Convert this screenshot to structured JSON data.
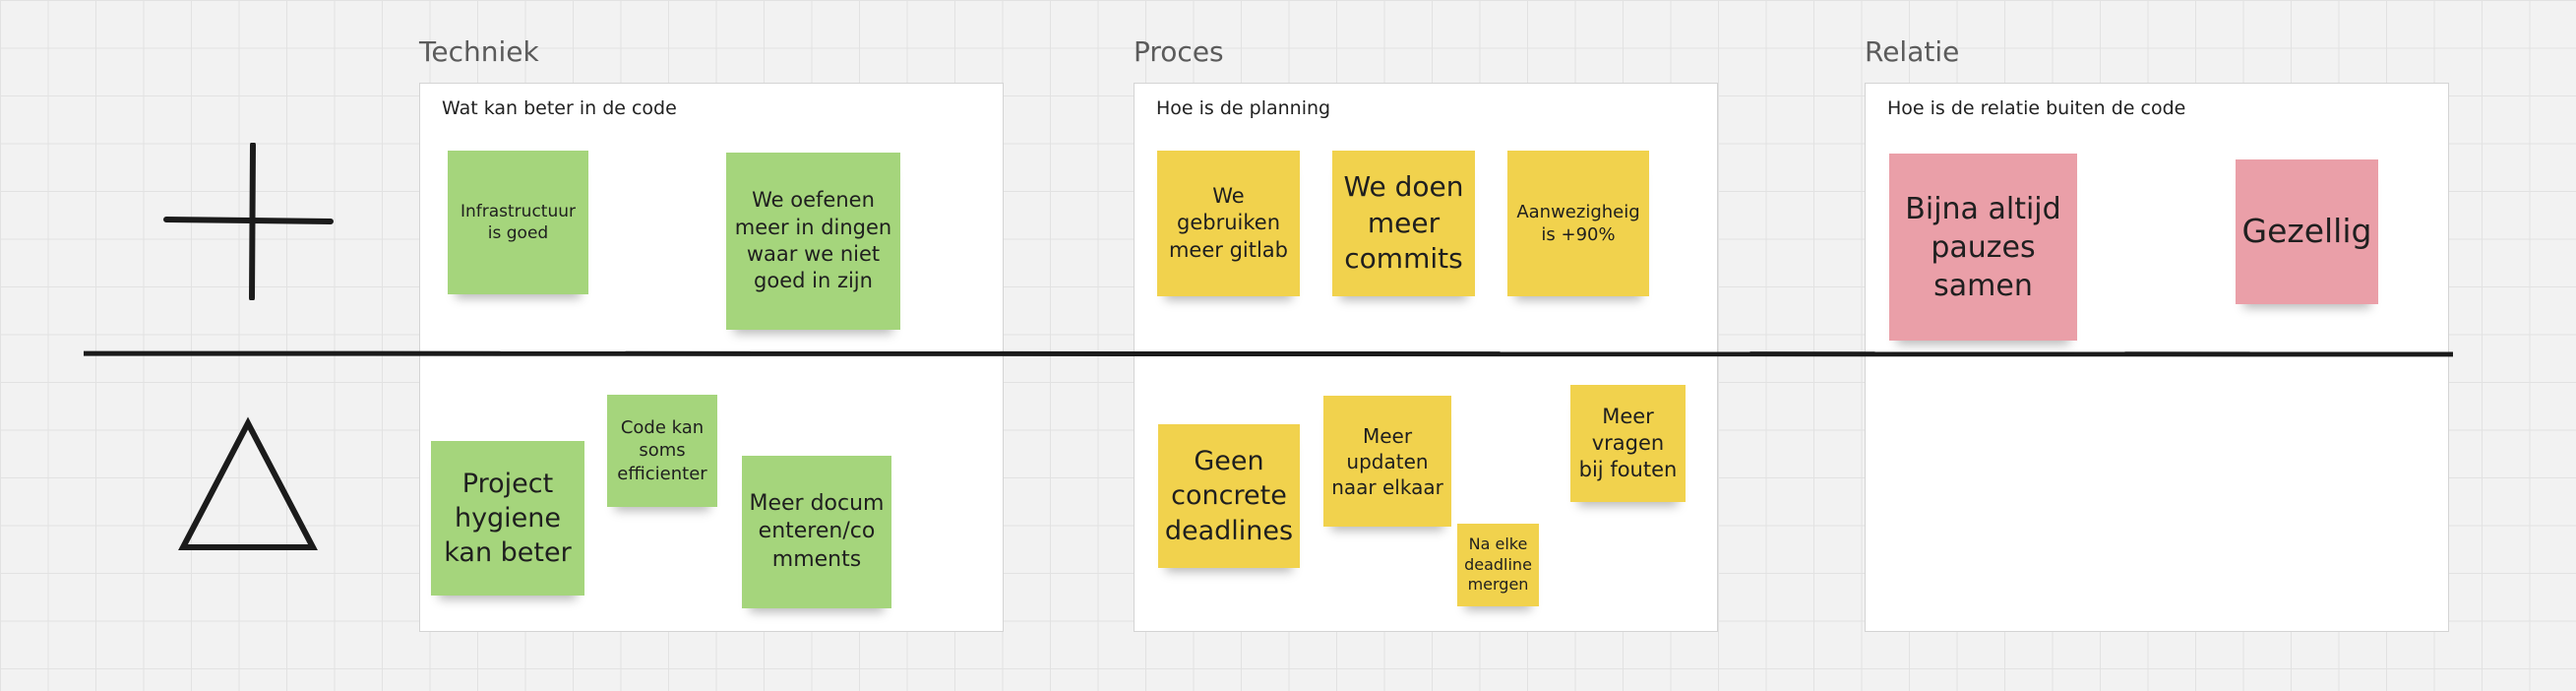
{
  "columns": [
    {
      "title": "Techniek",
      "frame_title": "Wat kan beter in de code"
    },
    {
      "title": "Proces",
      "frame_title": "Hoe is de planning"
    },
    {
      "title": "Relatie",
      "frame_title": "Hoe is de relatie buiten de code"
    }
  ],
  "rows": {
    "plus_icon": "plus-icon",
    "delta_icon": "triangle-icon"
  },
  "notes": {
    "techniek_plus": [
      "Infrastructuur is goed",
      "We oefenen meer in dingen waar we niet goed in zijn"
    ],
    "techniek_delta": [
      "Project hygiene kan beter",
      "Code kan soms efficienter",
      "Meer documenteren/comments"
    ],
    "proces_plus": [
      "We gebruiken meer gitlab",
      "We doen meer commits",
      "Aanwezigheig is +90%"
    ],
    "proces_delta": [
      "Geen concrete deadlines",
      "Meer updaten naar elkaar",
      "Na elke deadline mergen",
      "Meer vragen bij fouten"
    ],
    "relatie_plus": [
      "Bijna altijd pauzes samen",
      "Gezellig"
    ]
  },
  "colors": {
    "green": "#a5d57c",
    "yellow": "#f1d24d",
    "pink": "#ea9fa8",
    "background": "#f2f2f2"
  }
}
